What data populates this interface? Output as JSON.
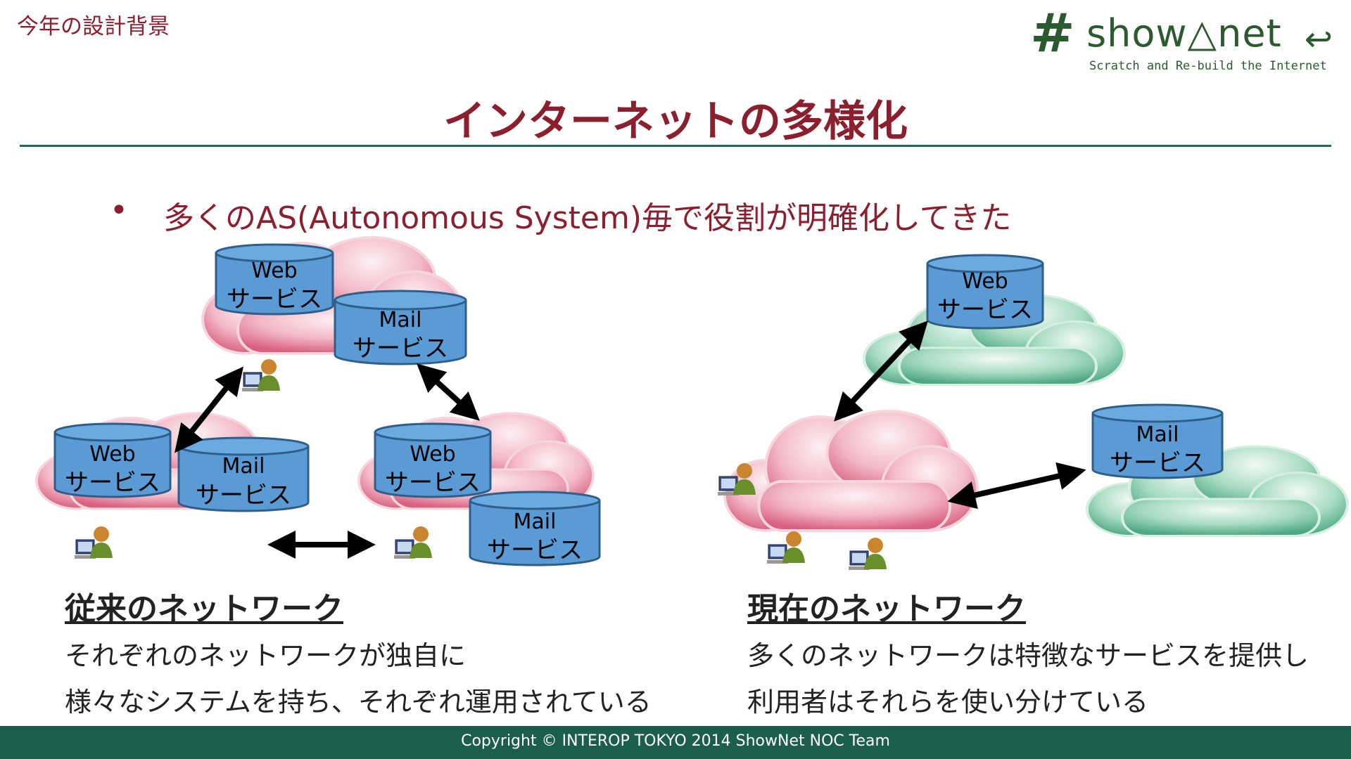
{
  "header": {
    "section_label": "今年の設計背景"
  },
  "logo": {
    "hash": "#",
    "brand": "show△net",
    "return_glyph": "↩",
    "tagline": "Scratch and Re-build the Internet"
  },
  "title": "インターネットの多様化",
  "bullet": {
    "marker": "•",
    "text": "多くのAS(Autonomous System)毎で役割が明確化してきた"
  },
  "labels": {
    "web": "Web",
    "mail": "Mail",
    "service": "サービス"
  },
  "legacy": {
    "heading": "従来のネットワーク",
    "lines": [
      "それぞれのネットワークが独自に",
      "様々なシステムを持ち、それぞれ運用されている"
    ]
  },
  "current": {
    "heading": "現在のネットワーク",
    "lines": [
      "多くのネットワークは特徴なサービスを提供し",
      "利用者はそれらを使い分けている"
    ]
  },
  "colors": {
    "accent": "#8b1f2e",
    "teal": "#1b5e4c",
    "cloud_pink": "#e58aa3",
    "cloud_green": "#7cc7a4",
    "db_blue": "#5b9bd5"
  },
  "footer": {
    "copyright": "Copyright © INTEROP TOKYO 2014 ShowNet NOC Team"
  }
}
